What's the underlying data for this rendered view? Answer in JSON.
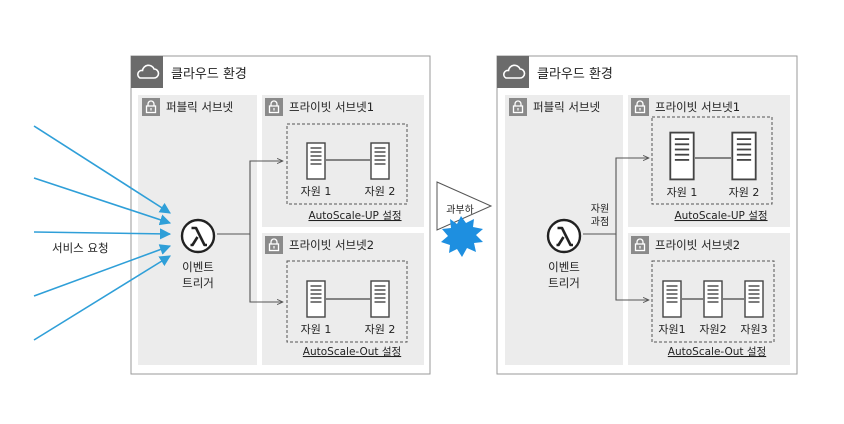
{
  "left_panel": {
    "cloud_title": "클라우드 환경",
    "public_subnet": "퍼블릭 서브넷",
    "private_subnet_1": "프라이빗 서브넷1",
    "private_subnet_2": "프라이빗 서브넷2",
    "trigger_line1": "이벤트",
    "trigger_line2": "트리거",
    "group_up": {
      "servers": [
        "자원 1",
        "자원 2"
      ],
      "link": "AutoScale-UP 설정"
    },
    "group_out": {
      "servers": [
        "자원 1",
        "자원 2"
      ],
      "link": "AutoScale-Out 설정"
    }
  },
  "service_request": "서비스 요청",
  "overload": "과부하",
  "right_panel": {
    "cloud_title": "클라우드 환경",
    "public_subnet": "퍼블릭 서브넷",
    "private_subnet_1": "프라이빗 서브넷1",
    "private_subnet_2": "프라이빗 서브넷2",
    "trigger_line1": "이벤트",
    "trigger_line2": "트리거",
    "excess_line1": "자원",
    "excess_line2": "과점",
    "group_up": {
      "servers": [
        "자원 1",
        "자원 2"
      ],
      "link": "AutoScale-UP 설정"
    },
    "group_out": {
      "servers": [
        "자원1",
        "자원2",
        "자원3"
      ],
      "link": "AutoScale-Out 설정"
    }
  },
  "colors": {
    "arrow_blue": "#2f9fd8",
    "burst_blue": "#1e8fe0",
    "panel_gray": "#ececec",
    "icon_gray": "#6b6b6b"
  }
}
